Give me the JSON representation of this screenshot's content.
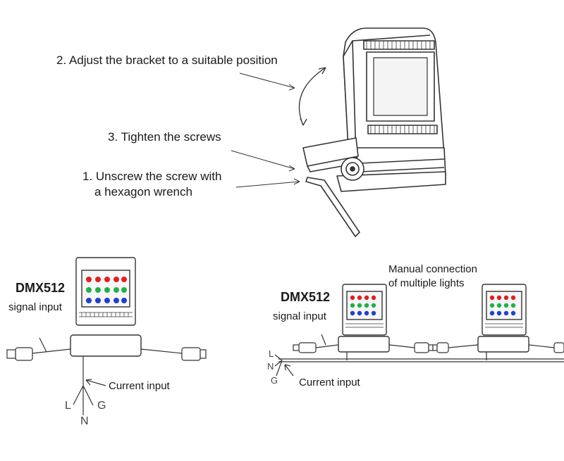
{
  "instructions": {
    "step2": "2. Adjust the bracket to a suitable position",
    "step3": "3. Tighten the screws",
    "step1_line1": "1. Unscrew the screw with",
    "step1_line2": "a hexagon wrench"
  },
  "single_light": {
    "protocol": "DMX512",
    "signal_label": "signal input",
    "current_label": "Current input",
    "wire_L": "L",
    "wire_N": "N",
    "wire_G": "G"
  },
  "multi_light": {
    "title_line1": "Manual connection",
    "title_line2": "of multiple lights",
    "protocol": "DMX512",
    "signal_label": "signal input",
    "current_label": "Current input",
    "wire_L": "L",
    "wire_N": "N",
    "wire_G": "G"
  },
  "colors": {
    "line": "#333333",
    "led_red": "#e02020",
    "led_green": "#22b04a",
    "led_blue": "#2040d0",
    "background": "#ffffff"
  }
}
